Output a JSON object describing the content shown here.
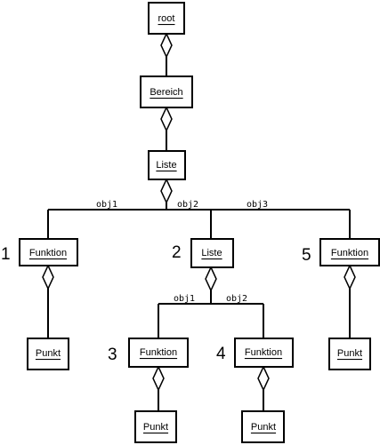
{
  "nodes": [
    {
      "id": "n_root",
      "label": "root"
    },
    {
      "id": "n_bereich",
      "label": "Bereich"
    },
    {
      "id": "n_liste1",
      "label": "Liste"
    },
    {
      "id": "n_funk1",
      "label": "Funktion"
    },
    {
      "id": "n_liste2",
      "label": "Liste"
    },
    {
      "id": "n_funk5",
      "label": "Funktion"
    },
    {
      "id": "n_punkt1",
      "label": "Punkt"
    },
    {
      "id": "n_punkt5",
      "label": "Punkt"
    },
    {
      "id": "n_funk3",
      "label": "Funktion"
    },
    {
      "id": "n_funk4",
      "label": "Funktion"
    },
    {
      "id": "n_punkt3",
      "label": "Punkt"
    },
    {
      "id": "n_punkt4",
      "label": "Punkt"
    }
  ],
  "edge_labels": {
    "obj1_top": "obj1",
    "obj2_top": "obj2",
    "obj3_top": "obj3",
    "obj1_sub": "obj1",
    "obj2_sub": "obj2"
  },
  "numbers": {
    "n1": "1",
    "n2": "2",
    "n3": "3",
    "n4": "4",
    "n5": "5"
  }
}
